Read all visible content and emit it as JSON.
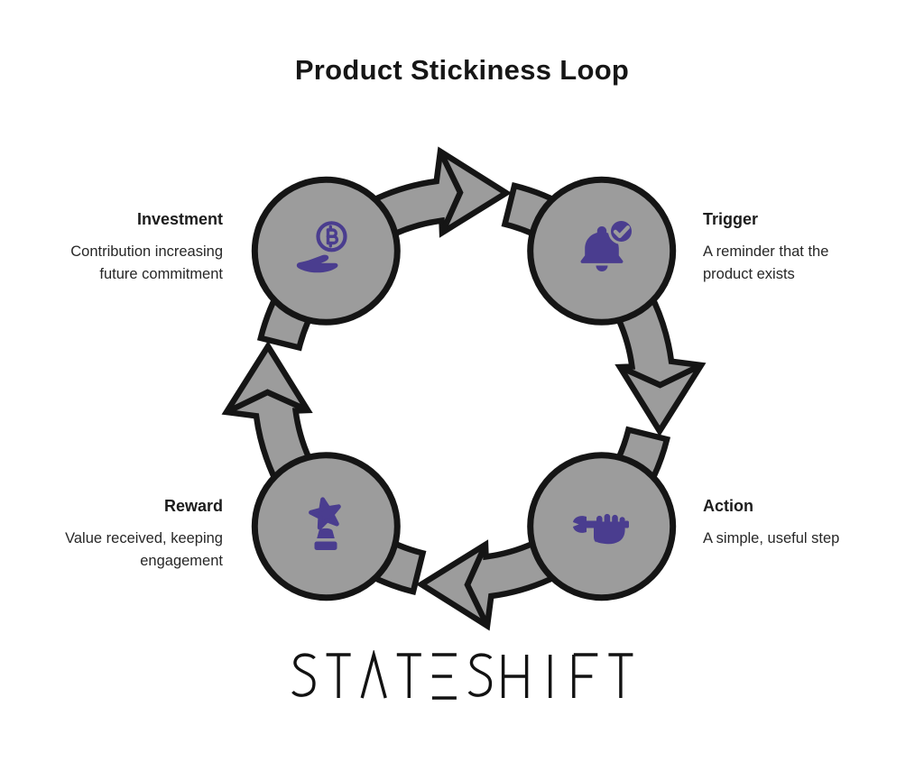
{
  "page": {
    "title": "Product Stickiness Loop",
    "background": "#ffffff"
  },
  "brand": {
    "name": "STATESHIFT"
  },
  "colors": {
    "ring_gray": "#9c9c9c",
    "outline_black": "#151515",
    "icon_purple": "#4a3d8f",
    "text_dark": "#1f1f1f"
  },
  "flow": {
    "direction": "clockwise",
    "sequence": [
      "Trigger",
      "Action",
      "Reward",
      "Investment"
    ]
  },
  "nodes": [
    {
      "id": "trigger",
      "label": "Trigger",
      "desc_lines": [
        "A reminder that the",
        "product exists"
      ],
      "icon": "bell-check-icon",
      "position": "top-right"
    },
    {
      "id": "action",
      "label": "Action",
      "desc_lines": [
        "A simple, useful step"
      ],
      "icon": "fist-pen-icon",
      "position": "bottom-right"
    },
    {
      "id": "reward",
      "label": "Reward",
      "desc_lines": [
        "Value received, keeping",
        "engagement"
      ],
      "icon": "star-trophy-icon",
      "position": "bottom-left"
    },
    {
      "id": "investment",
      "label": "Investment",
      "desc_lines": [
        "Contribution increasing",
        "future commitment"
      ],
      "icon": "hand-coin-icon",
      "position": "top-left"
    }
  ]
}
